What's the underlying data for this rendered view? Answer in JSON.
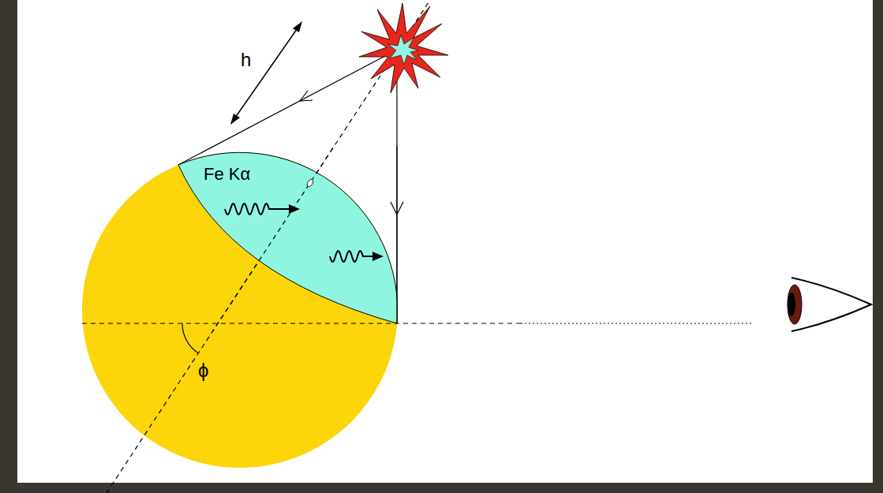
{
  "diagram": {
    "nodes": [
      {
        "text": [
          "Fe Kα"
        ]
      }
    ],
    "labels": [
      "h",
      "ϕ"
    ]
  }
}
